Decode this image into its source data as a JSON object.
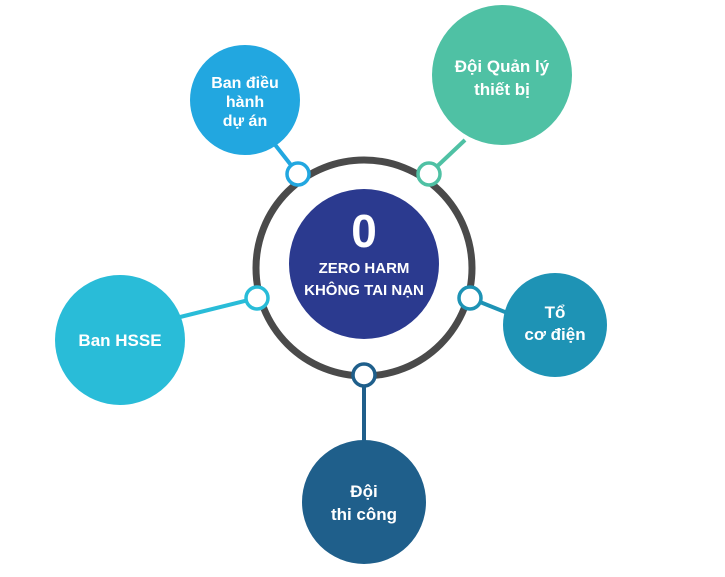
{
  "colors": {
    "ring": "#4a4a4a",
    "center": "#2b3a8f",
    "connector_fill": "#ffffff"
  },
  "center": {
    "number": "0",
    "line1": "ZERO HARM",
    "line2": "KHÔNG TAI NẠN"
  },
  "nodes": [
    {
      "id": "ban-dieu-hanh",
      "lines": [
        "Ban điều",
        "hành",
        "dự án"
      ],
      "color": "#22a7e0"
    },
    {
      "id": "doi-quan-ly",
      "lines": [
        "Đội Quản lý",
        "thiết bị"
      ],
      "color": "#4fc1a4"
    },
    {
      "id": "ban-hsse",
      "lines": [
        "Ban HSSE"
      ],
      "color": "#29bcd8"
    },
    {
      "id": "to-co-dien",
      "lines": [
        "Tổ",
        "cơ điện"
      ],
      "color": "#1e93b5"
    },
    {
      "id": "doi-thi-cong",
      "lines": [
        "Đội",
        "thi công"
      ],
      "color": "#1f5f8b"
    }
  ]
}
